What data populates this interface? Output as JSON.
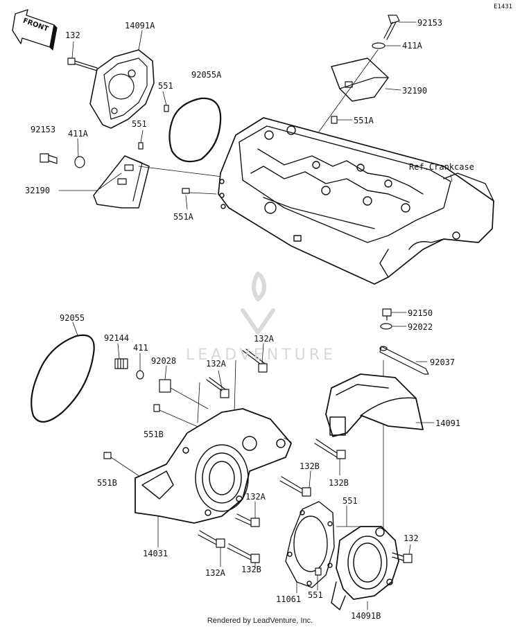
{
  "diagram_id": "E1431",
  "front_arrow_text": "FRONT",
  "reference_label": "Ref.Crankcase",
  "watermark_text": "LEADVENTURE",
  "footer_text": "Rendered by LeadVenture, Inc.",
  "part_labels": {
    "p132_top": "132",
    "p14091A": "14091A",
    "p92153_top": "92153",
    "p411A_top": "411A",
    "p32190_top": "32190",
    "p92055A": "92055A",
    "p551_a": "551",
    "p551_b": "551",
    "p551A_top": "551A",
    "p92153_left": "92153",
    "p411A_left": "411A",
    "p32190_left": "32190",
    "p551A_left": "551A",
    "p92055": "92055",
    "p92144": "92144",
    "p411": "411",
    "p92028": "92028",
    "p132A_1": "132A",
    "p132A_2": "132A",
    "p551B_1": "551B",
    "p551B_2": "551B",
    "p92150": "92150",
    "p92022": "92022",
    "p92037": "92037",
    "p14091": "14091",
    "p132B_1": "132B",
    "p132B_2": "132B",
    "p132A_3": "132A",
    "p551_c": "551",
    "p132_right": "132",
    "p14031": "14031",
    "p132A_4": "132A",
    "p132B_3": "132B",
    "p11061": "11061",
    "p551_d": "551",
    "p14091B": "14091B"
  }
}
